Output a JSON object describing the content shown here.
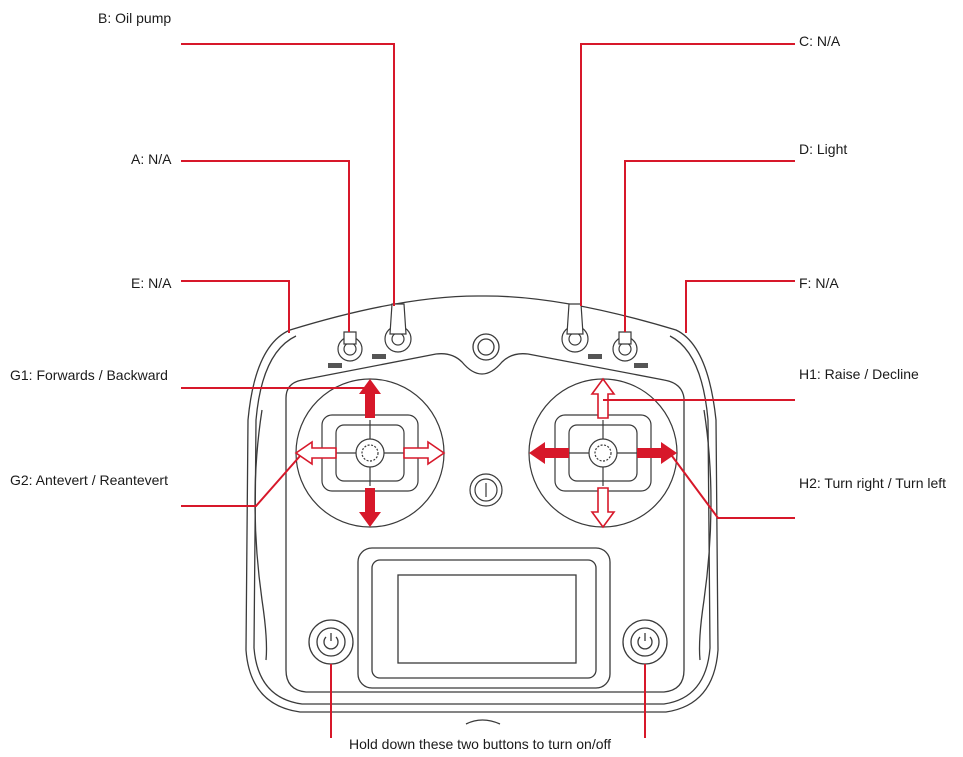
{
  "labels": {
    "b": "B: Oil pump",
    "a": "A: N/A",
    "e": "E: N/A",
    "g1": "G1: Forwards / Backward",
    "g2": "G2: Antevert / Reantevert",
    "c": "C: N/A",
    "d": "D: Light",
    "f": "F: N/A",
    "h1": "H1: Raise / Decline",
    "h2": "H2: Turn right / Turn left",
    "power_note": "Hold down these two buttons to turn on/off"
  },
  "colors": {
    "accent": "#d7182a",
    "outline": "#3a3a3a",
    "text": "#1a1a1a"
  }
}
